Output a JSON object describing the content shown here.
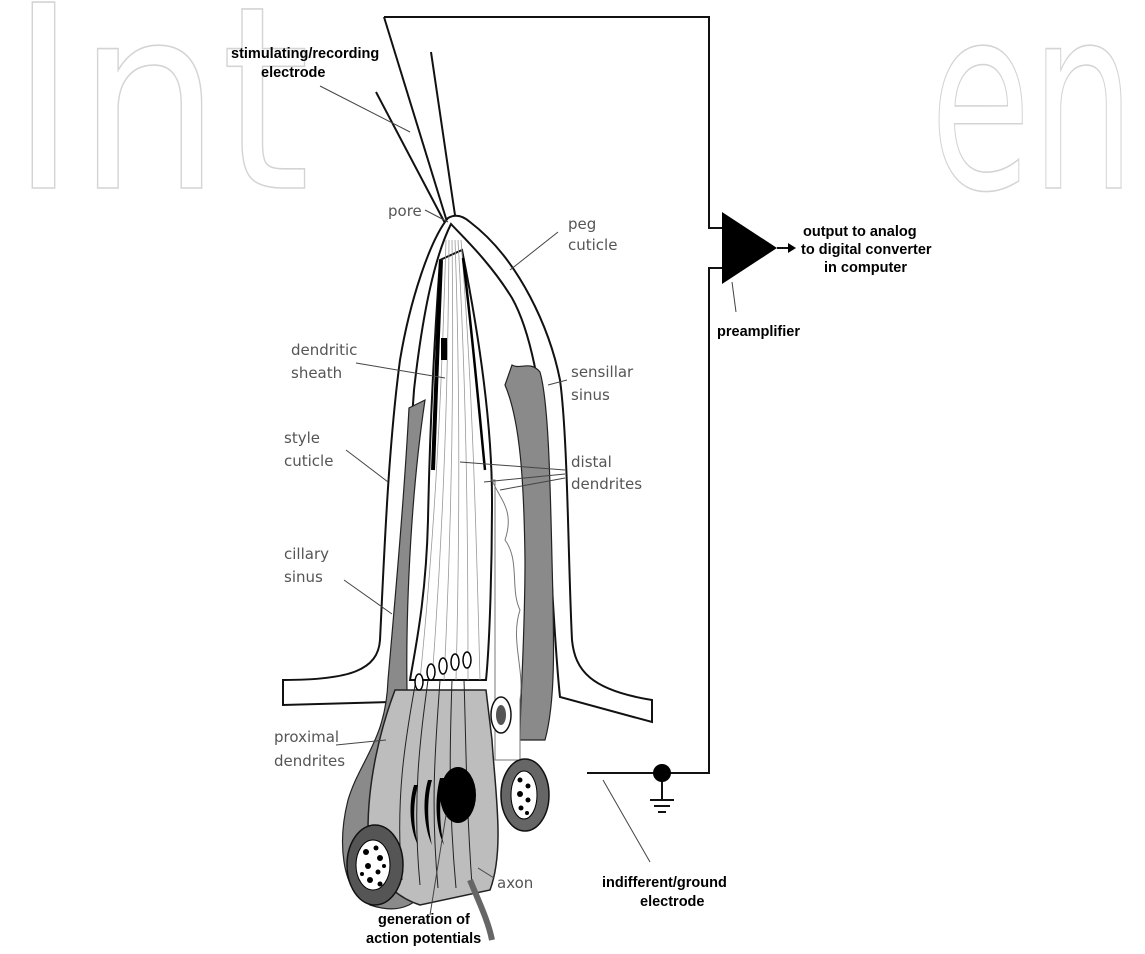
{
  "watermark": {
    "left": "Int",
    "right": "en"
  },
  "labels": {
    "stimulating_line1": "stimulating/recording",
    "stimulating_line2": "electrode",
    "pore": "pore",
    "peg_line1": "peg",
    "peg_line2": "cuticle",
    "output_line1": "output to analog",
    "output_line2": "to digital converter",
    "output_line3": "in computer",
    "preamplifier": "preamplifier",
    "dendritic_line1": "dendritic",
    "dendritic_line2": "sheath",
    "sensillar_line1": "sensillar",
    "sensillar_line2": "sinus",
    "style_line1": "style",
    "style_line2": "cuticle",
    "distal_line1": "distal",
    "distal_line2": "dendrites",
    "ciliary_line1": "cillary",
    "ciliary_line2": "sinus",
    "proximal_line1": "proximal",
    "proximal_line2": "dendrites",
    "axon": "axon",
    "ground_line1": "indifferent/ground",
    "ground_line2": "electrode",
    "generation_line1": "generation of",
    "generation_line2": "action potentials"
  },
  "colors": {
    "cuticle_fill": "#ffffff",
    "sinus_gray": "#8a8a8a",
    "dendrite_gray": "#bdbdbd",
    "cell_dark": "#666666",
    "nucleus": "#000000"
  }
}
